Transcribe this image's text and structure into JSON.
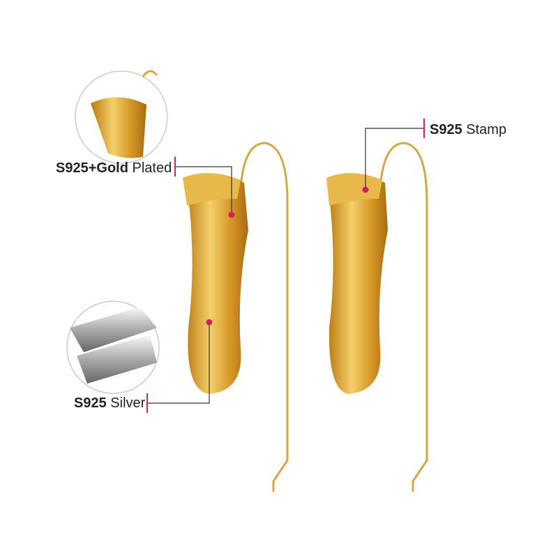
{
  "callouts": {
    "gold_plated": {
      "bold": "S925+Gold",
      "normal": "Plated"
    },
    "silver": {
      "bold": "S925",
      "normal": "Silver"
    },
    "stamp": {
      "bold": "S925",
      "normal": "Stamp"
    }
  },
  "colors": {
    "marker": "#d6205e",
    "gold": "#e0a82e",
    "line": "#333333"
  }
}
